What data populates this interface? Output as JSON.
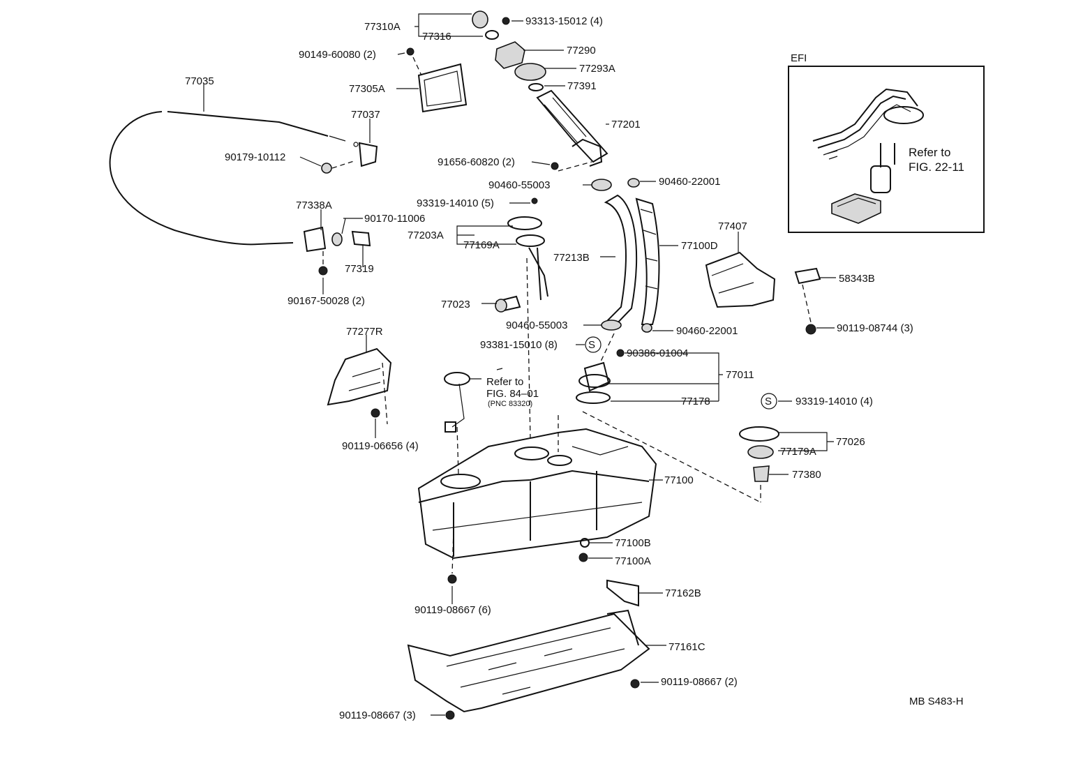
{
  "diagram": {
    "inset_title": "EFI",
    "inset_ref": [
      "Refer to",
      "FIG. 22-11"
    ],
    "fig_ref": [
      "Refer to",
      "FIG. 84–01",
      "(PNC 83320)"
    ],
    "drawing_code": "MB S483-H",
    "callouts": {
      "p77310A": "77310A",
      "p93313": "93313-15012 (4)",
      "p77316": "77316",
      "p77290": "77290",
      "p90149": "90149-60080 (2)",
      "p77293A": "77293A",
      "p77305A": "77305A",
      "p77391": "77391",
      "p77035": "77035",
      "p77037": "77037",
      "p77201": "77201",
      "p90179": "90179-10112",
      "p91656": "91656-60820 (2)",
      "p90460a": "90460-55003",
      "p90460b": "90460-22001",
      "p93319a": "93319-14010 (5)",
      "p77338A": "77338A",
      "p90170": "90170-11006",
      "p77203A": "77203A",
      "p77169A": "77169A",
      "p77319": "77319",
      "p77213B": "77213B",
      "p77100D": "77100D",
      "p77407": "77407",
      "p58343B": "58343B",
      "p90167": "90167-50028 (2)",
      "p77023": "77023",
      "p90460c": "90460-55003",
      "p90460d": "90460-22001",
      "p90119a": "90119-08744 (3)",
      "p77277R": "77277R",
      "p93381": "93381-15010 (8)",
      "p90386": "90386-01004",
      "p77011": "77011",
      "p77178": "77178",
      "p93319b": "93319-14010 (4)",
      "p77026": "77026",
      "p77179A": "77179A",
      "p90119b": "90119-06656 (4)",
      "p77380": "77380",
      "p77100": "77100",
      "p77100B": "77100B",
      "p77100A": "77100A",
      "p77162B": "77162B",
      "p90119c": "90119-08667 (6)",
      "p77161C": "77161C",
      "p90119d": "90119-08667 (2)",
      "p90119e": "90119-08667 (3)"
    },
    "s_mark": "S"
  }
}
